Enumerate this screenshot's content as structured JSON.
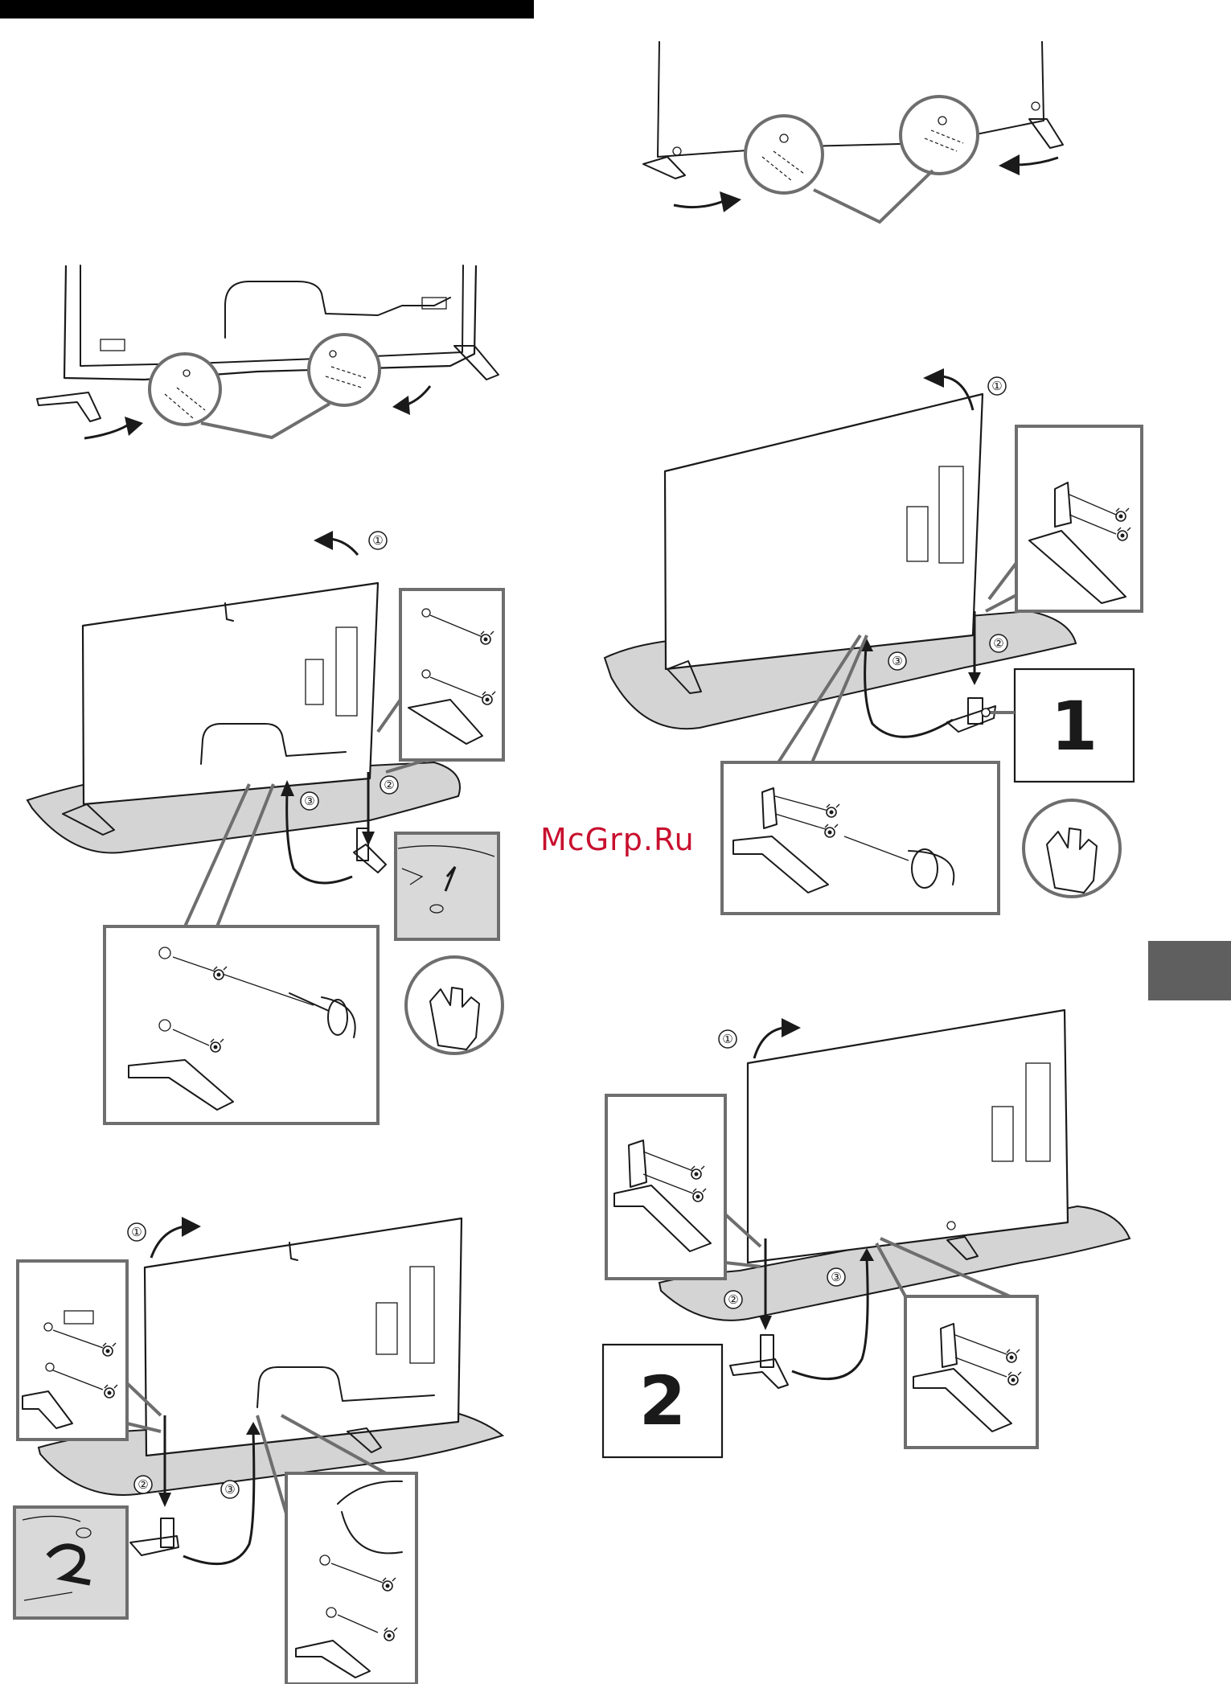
{
  "watermark": "McGrp.Ru",
  "step_markers": [
    "①",
    "②",
    "③"
  ],
  "big_labels": [
    "1",
    "2"
  ],
  "colors": {
    "callout_grey": "#6e6e6e",
    "stand_grey": "#d4d4d4",
    "side_tab": "#5f5f5f",
    "watermark": "#c8102e"
  }
}
